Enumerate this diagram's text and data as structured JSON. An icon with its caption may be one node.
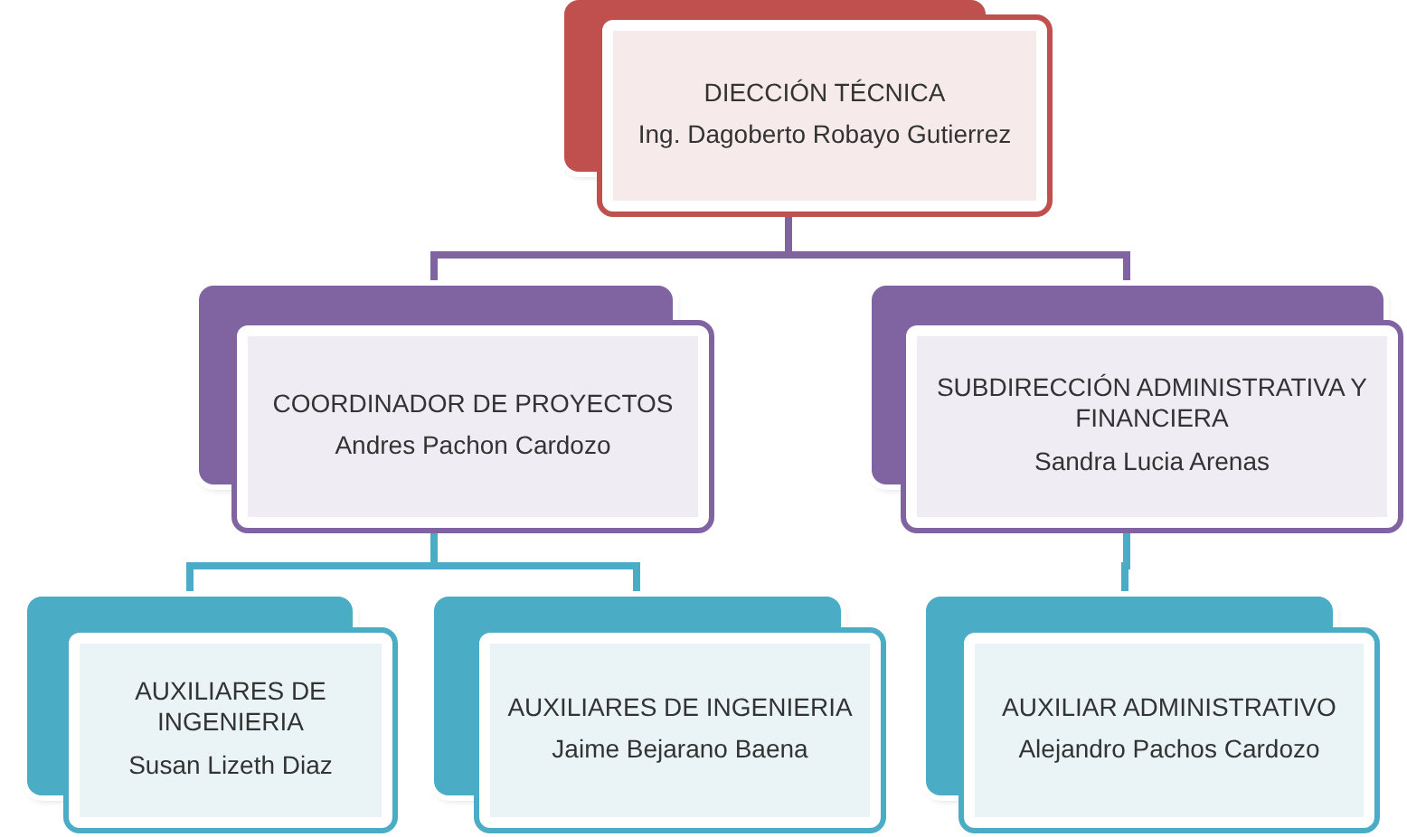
{
  "diagram": {
    "nodes": [
      {
        "text": [
          "DIECCIÓN TÉCNICA",
          "Ing. Dagoberto Robayo Gutierrez"
        ]
      },
      {
        "text": [
          "COORDINADOR DE PROYECTOS",
          "Andres Pachon Cardozo"
        ]
      },
      {
        "text": [
          "SUBDIRECCIÓN ADMINISTRATIVA Y FINANCIERA",
          "Sandra Lucia Arenas"
        ]
      },
      {
        "text": [
          "AUXILIARES DE INGENIERIA",
          "Susan Lizeth Diaz"
        ]
      },
      {
        "text": [
          "AUXILIARES DE INGENIERIA",
          "Jaime Bejarano Baena"
        ]
      },
      {
        "text": [
          "AUXILIAR ADMINISTRATIVO",
          "Alejandro Pachos Cardozo"
        ]
      }
    ],
    "edges": [
      {
        "from": 0,
        "to": 1,
        "arrow": "none"
      },
      {
        "from": 0,
        "to": 2,
        "arrow": "none"
      },
      {
        "from": 1,
        "to": 3,
        "arrow": "none"
      },
      {
        "from": 1,
        "to": 4,
        "arrow": "none"
      },
      {
        "from": 2,
        "to": 5,
        "arrow": "none"
      }
    ]
  }
}
